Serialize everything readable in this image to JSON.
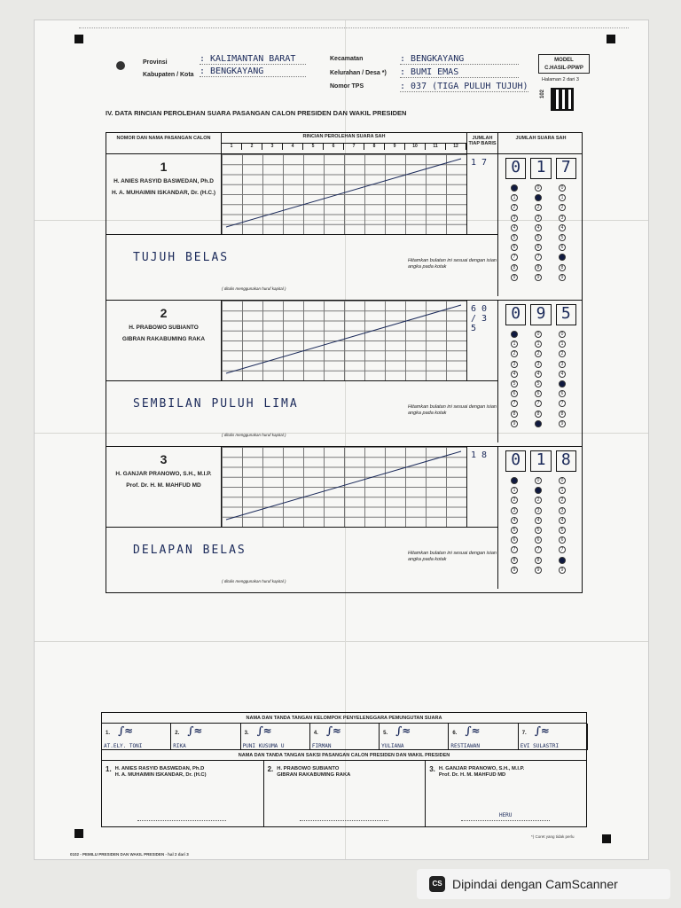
{
  "header": {
    "provinsi_label": "Provinsi",
    "provinsi_value": ": KALIMANTAN BARAT",
    "kabupaten_label": "Kabupaten / Kota",
    "kabupaten_value": ": BENGKAYANG",
    "kecamatan_label": "Kecamatan",
    "kecamatan_value": ": BENGKAYANG",
    "kelurahan_label": "Kelurahan / Desa *)",
    "kelurahan_value": ": BUMI EMAS",
    "tps_label": "Nomor TPS",
    "tps_value": ": 037 (TIGA PULUH TUJUH)",
    "model_line1": "MODEL",
    "model_line2": "C.HASIL-PPWP",
    "page_label": "Halaman 2 dari 3",
    "qr_code": "102"
  },
  "section_title": "IV.   DATA RINCIAN PEROLEHAN SUARA PASANGAN CALON PRESIDEN DAN WAKIL PRESIDEN",
  "table_header": {
    "col_candidate": "NOMOR DAN NAMA PASANGAN CALON",
    "col_detail": "RINCIAN PEROLEHAN SUARA SAH",
    "col_row_total": "JUMLAH TIAP BARIS",
    "col_total": "JUMLAH SUARA SAH",
    "col_numbers": [
      "1",
      "2",
      "3",
      "4",
      "5",
      "6",
      "7",
      "8",
      "9",
      "10",
      "11",
      "12"
    ]
  },
  "candidates": [
    {
      "number": "1",
      "name1": "H. ANIES RASYID BASWEDAN, Ph.D",
      "name2": "H. A. MUHAIMIN ISKANDAR, Dr. (H.C.)",
      "row_totals": "1 7",
      "digits": [
        "0",
        "1",
        "7"
      ],
      "words": "TUJUH  BELAS",
      "hint": "Hitamkan bulatan ini sesuai dengan isian angka pada kotak",
      "handwriting_note": "( ditulis menggunakan huruf kapital )"
    },
    {
      "number": "2",
      "name1": "H. PRABOWO SUBIANTO",
      "name2": "GIBRAN RAKABUMING RAKA",
      "row_totals": "6 0 / 3 5",
      "digits": [
        "0",
        "9",
        "5"
      ],
      "words": "SEMBILAN  PULUH  LIMA",
      "hint": "Hitamkan bulatan ini sesuai dengan isian angka pada kotak",
      "handwriting_note": "( ditulis menggunakan huruf kapital )"
    },
    {
      "number": "3",
      "name1": "H. GANJAR PRANOWO, S.H., M.I.P.",
      "name2": "Prof. Dr. H. M. MAHFUD MD",
      "row_totals": "1 8",
      "digits": [
        "0",
        "1",
        "8"
      ],
      "words": "DELAPAN  BELAS",
      "hint": "Hitamkan bulatan ini sesuai dengan isian angka pada kotak",
      "handwriting_note": "( ditulis menggunakan huruf kapital )"
    }
  ],
  "footer": {
    "kpps_title": "NAMA DAN TANDA TANGAN KELOMPOK PENYELENGGARA PEMUNGUTAN SUARA",
    "kpps": [
      "AT.ELY. TONI",
      "RIKA",
      "PUNI KUSUMA U",
      "FIRMAN",
      "YULIANA",
      "RESTIAWAN",
      "EVI SULASTRI"
    ],
    "saksi_title": "NAMA DAN TANDA TANGAN SAKSI PASANGAN CALON PRESIDEN DAN WAKIL PRESIDEN",
    "saksi": [
      {
        "no": "1.",
        "line1": "H. ANIES RASYID BASWEDAN, Ph.D",
        "line2": "H. A. MUHAIMIN ISKANDAR, Dr. (H.C)"
      },
      {
        "no": "2.",
        "line1": "H. PRABOWO SUBIANTO",
        "line2": "GIBRAN RAKABUMING RAKA"
      },
      {
        "no": "3.",
        "line1": "H. GANJAR PRANOWO, S.H., M.I.P.",
        "line2": "Prof. Dr. H. M. MAHFUD MD"
      }
    ],
    "saksi3_name": "HERU",
    "strike_note": "*) Coret yang tidak perlu",
    "bottom_code": "0102 - PEMILU PRESIDEN DAN WAKIL PRESIDEN - hal 2 dari 3"
  },
  "camscanner": {
    "text": "Dipindai dengan CamScanner",
    "logo": "CS"
  }
}
